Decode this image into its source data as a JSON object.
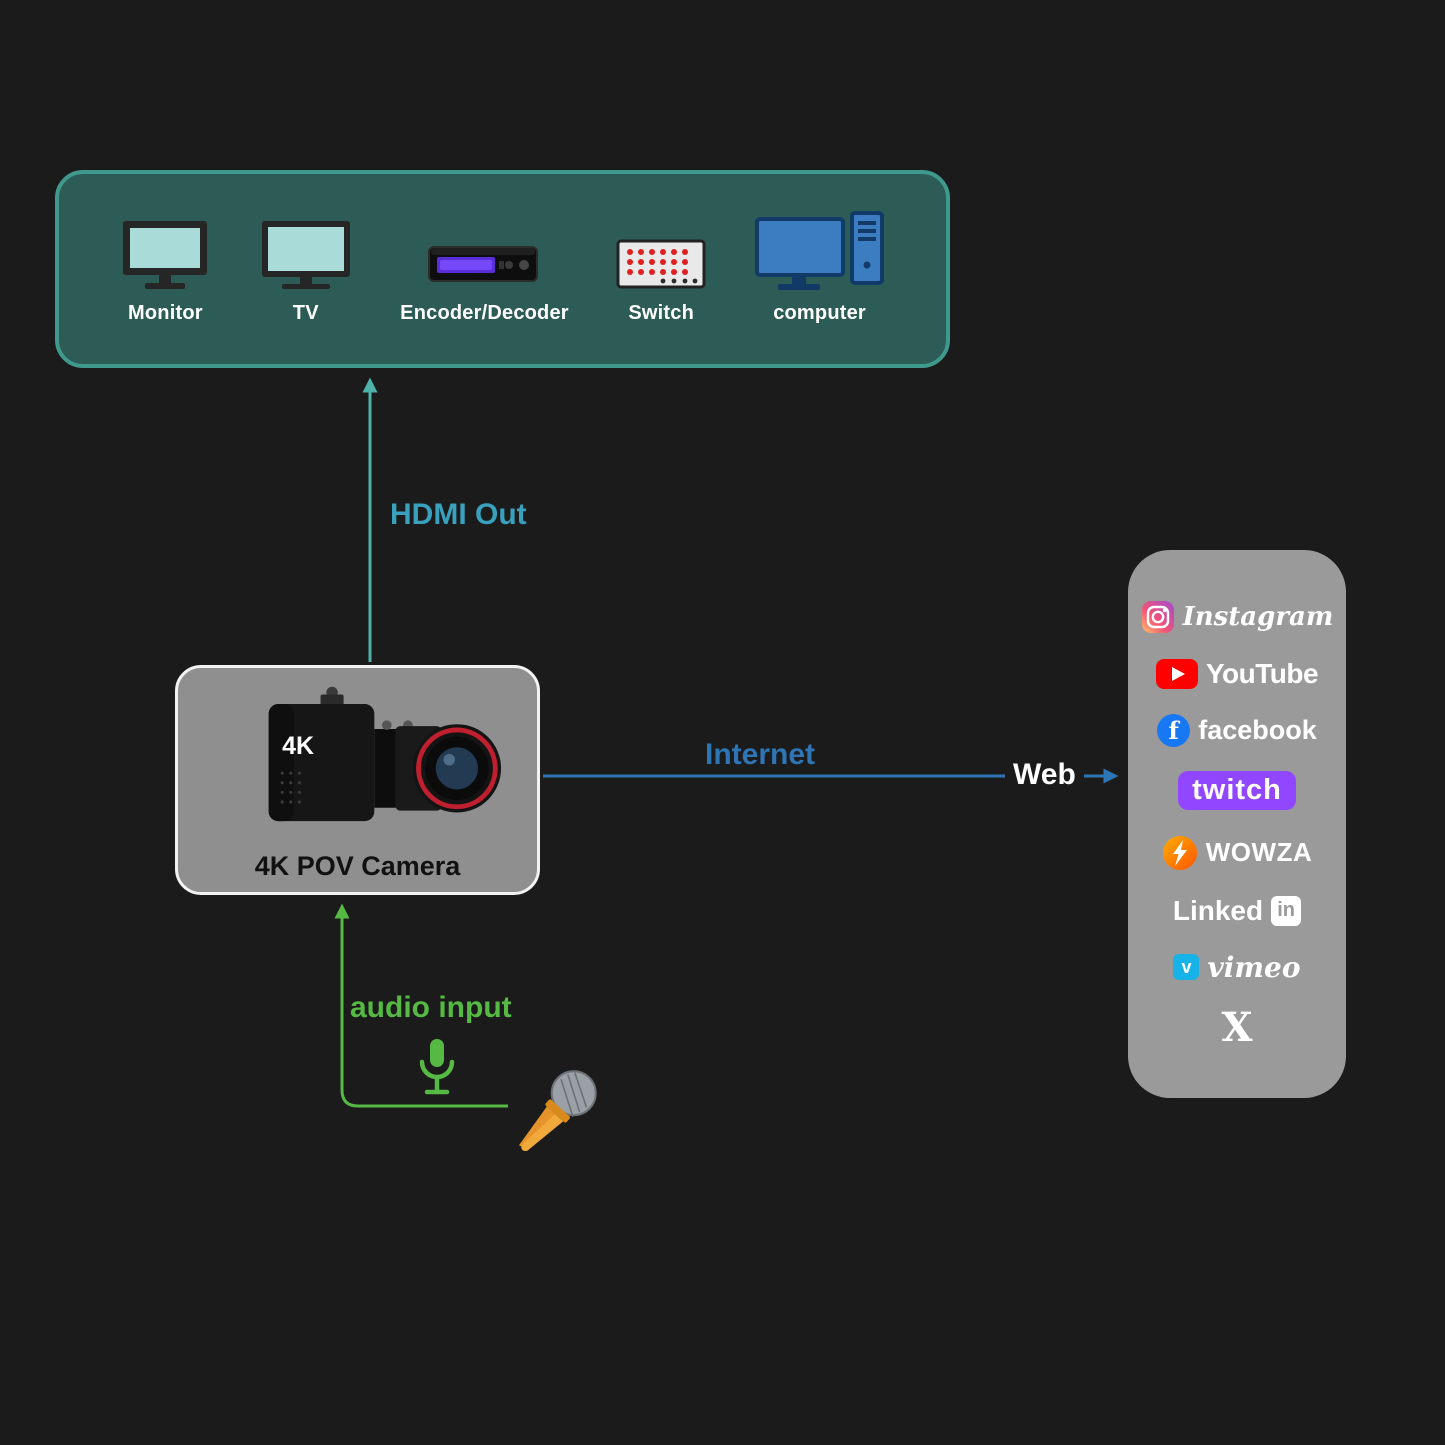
{
  "colors": {
    "bg": "#1b1b1b",
    "teal_border": "#3f9a8d",
    "teal_fill": "#2d5b55",
    "screen_teal": "#a9dcd9",
    "arrow_teal": "#4cb2aa",
    "hdmi_text": "#39a0bd",
    "blue": "#2e75b6",
    "green": "#55b943",
    "panel_gray": "#9a9a9a",
    "camera_gray": "#8f8f8f",
    "youtube_red": "#ff0000",
    "facebook_blue": "#1877f2",
    "twitch_purple": "#9146ff",
    "wowza_orange": "#ff7a00",
    "vimeo_blue": "#17b3e8",
    "mic_orange": "#f2a93b",
    "computer_blue": "#3b7dc0"
  },
  "output_devices": {
    "items": [
      {
        "label": "Monitor"
      },
      {
        "label": "TV"
      },
      {
        "label": "Encoder/Decoder"
      },
      {
        "label": "Switch"
      },
      {
        "label": "computer"
      }
    ]
  },
  "camera": {
    "label": "4K POV Camera",
    "badge": "4K"
  },
  "connections": {
    "hdmi_label": "HDMI Out",
    "internet_label": "Internet",
    "web_label": "Web",
    "audio_label": "audio input"
  },
  "platforms": {
    "items": [
      {
        "name": "instagram",
        "label": "Instagram"
      },
      {
        "name": "youtube",
        "label": "YouTube"
      },
      {
        "name": "facebook",
        "label": "facebook"
      },
      {
        "name": "twitch",
        "label": "twitch"
      },
      {
        "name": "wowza",
        "label": "WOWZA"
      },
      {
        "name": "linkedin",
        "label": "LinkedIn",
        "part1": "Linked",
        "part2": "in"
      },
      {
        "name": "vimeo",
        "label": "vimeo"
      },
      {
        "name": "x",
        "label": "X"
      }
    ]
  }
}
